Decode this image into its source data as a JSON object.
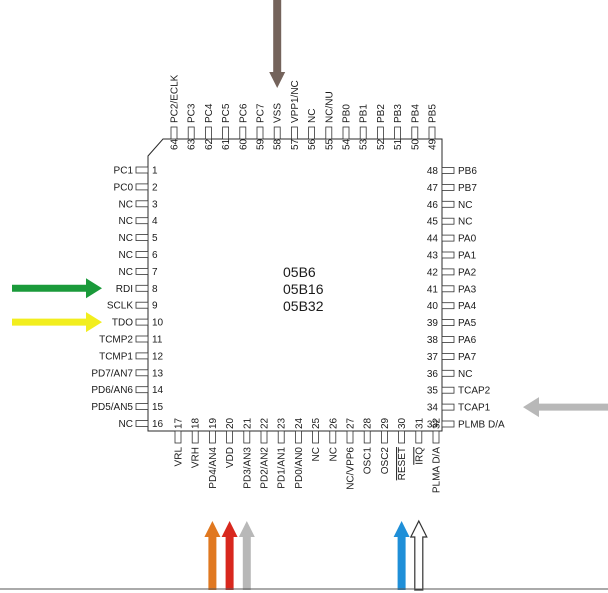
{
  "chip": {
    "labels": [
      "05B6",
      "05B16",
      "05B32"
    ]
  },
  "pins": {
    "left": [
      {
        "num": "1",
        "label": "PC1"
      },
      {
        "num": "2",
        "label": "PC0"
      },
      {
        "num": "3",
        "label": "NC"
      },
      {
        "num": "4",
        "label": "NC"
      },
      {
        "num": "5",
        "label": "NC"
      },
      {
        "num": "6",
        "label": "NC"
      },
      {
        "num": "7",
        "label": "NC"
      },
      {
        "num": "8",
        "label": "RDI"
      },
      {
        "num": "9",
        "label": "SCLK"
      },
      {
        "num": "10",
        "label": "TDO"
      },
      {
        "num": "11",
        "label": "TCMP2"
      },
      {
        "num": "12",
        "label": "TCMP1"
      },
      {
        "num": "13",
        "label": "PD7/AN7"
      },
      {
        "num": "14",
        "label": "PD6/AN6"
      },
      {
        "num": "15",
        "label": "PD5/AN5"
      },
      {
        "num": "16",
        "label": "NC"
      }
    ],
    "bottom": [
      {
        "num": "17",
        "label": "VRL"
      },
      {
        "num": "18",
        "label": "VRH"
      },
      {
        "num": "19",
        "label": "PD4/AN4"
      },
      {
        "num": "20",
        "label": "VDD"
      },
      {
        "num": "21",
        "label": "PD3/AN3"
      },
      {
        "num": "22",
        "label": "PD2/AN2"
      },
      {
        "num": "23",
        "label": "PD1/AN1"
      },
      {
        "num": "24",
        "label": "PD0/AN0"
      },
      {
        "num": "25",
        "label": "NC"
      },
      {
        "num": "26",
        "label": "NC"
      },
      {
        "num": "27",
        "label": "NC/VPP6"
      },
      {
        "num": "28",
        "label": "OSC1"
      },
      {
        "num": "29",
        "label": "OSC2"
      },
      {
        "num": "30",
        "label": "RESET"
      },
      {
        "num": "31",
        "label": "IRQ"
      },
      {
        "num": "32",
        "label": "PLMA D/A"
      }
    ],
    "right": [
      {
        "num": "33",
        "label": "PLMB D/A"
      },
      {
        "num": "34",
        "label": "TCAP1"
      },
      {
        "num": "35",
        "label": "TCAP2"
      },
      {
        "num": "36",
        "label": "NC"
      },
      {
        "num": "37",
        "label": "PA7"
      },
      {
        "num": "38",
        "label": "PA6"
      },
      {
        "num": "39",
        "label": "PA5"
      },
      {
        "num": "40",
        "label": "PA4"
      },
      {
        "num": "41",
        "label": "PA3"
      },
      {
        "num": "42",
        "label": "PA2"
      },
      {
        "num": "43",
        "label": "PA1"
      },
      {
        "num": "44",
        "label": "PA0"
      },
      {
        "num": "45",
        "label": "NC"
      },
      {
        "num": "46",
        "label": "NC"
      },
      {
        "num": "47",
        "label": "PB7"
      },
      {
        "num": "48",
        "label": "PB6"
      }
    ],
    "top": [
      {
        "num": "49",
        "label": "PB5"
      },
      {
        "num": "50",
        "label": "PB4"
      },
      {
        "num": "51",
        "label": "PB3"
      },
      {
        "num": "52",
        "label": "PB2"
      },
      {
        "num": "53",
        "label": "PB1"
      },
      {
        "num": "54",
        "label": "PB0"
      },
      {
        "num": "55",
        "label": "NC/NU"
      },
      {
        "num": "56",
        "label": "NC"
      },
      {
        "num": "57",
        "label": "VPP1/NC"
      },
      {
        "num": "58",
        "label": "VSS"
      },
      {
        "num": "59",
        "label": "PC7"
      },
      {
        "num": "60",
        "label": "PC6"
      },
      {
        "num": "61",
        "label": "PC5"
      },
      {
        "num": "62",
        "label": "PC4"
      },
      {
        "num": "63",
        "label": "PC3"
      },
      {
        "num": "64",
        "label": "PC2/ECLK"
      }
    ]
  },
  "overline_pins": [
    "RESET",
    "IRQ"
  ],
  "arrows": [
    {
      "pin": "58",
      "color": "#74635b",
      "style": "solid"
    },
    {
      "pin": "8",
      "color": "#1a9a3a",
      "style": "solid"
    },
    {
      "pin": "10",
      "color": "#f2ee1e",
      "style": "solid"
    },
    {
      "pin": "34",
      "color": "#b8b8b8",
      "style": "solid"
    },
    {
      "pin": "19",
      "color": "#e07820",
      "style": "solid"
    },
    {
      "pin": "20",
      "color": "#d8281e",
      "style": "solid"
    },
    {
      "pin": "21",
      "color": "#b8b8b8",
      "style": "solid"
    },
    {
      "pin": "30",
      "color": "#1f8fd8",
      "style": "solid"
    },
    {
      "pin": "31",
      "color": "#ffffff",
      "style": "outline"
    }
  ]
}
